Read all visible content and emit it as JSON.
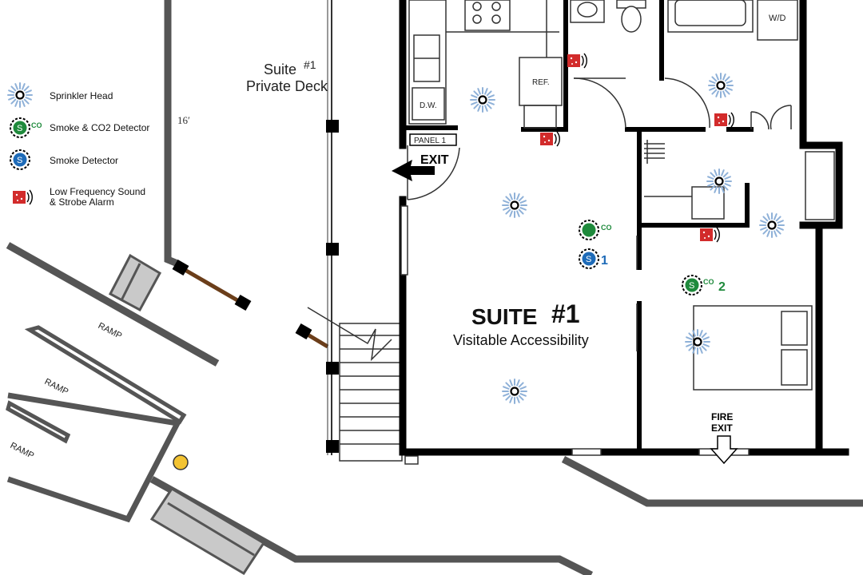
{
  "legend": {
    "items": [
      {
        "icon": "sprinkler-head-icon",
        "label": "Sprinkler Head"
      },
      {
        "icon": "smoke-co2-detector-icon",
        "label": "Smoke & CO2 Detector"
      },
      {
        "icon": "smoke-detector-icon",
        "label": "Smoke Detector"
      },
      {
        "icon": "sound-strobe-alarm-icon",
        "label_line1": "Low Frequency Sound",
        "label_line2": "& Strobe Alarm"
      }
    ]
  },
  "deck": {
    "line1": "Suite",
    "number": "#1",
    "line2": "Private Deck",
    "dim_label": "16′"
  },
  "ramps": [
    "RAMP",
    "RAMP",
    "RAMP"
  ],
  "kitchen": {
    "ref": "REF.",
    "dw": "D.W.",
    "panel": "PANEL 1",
    "wd": "W/D"
  },
  "exit": {
    "label": "EXIT"
  },
  "fire_exit": {
    "line1": "FIRE",
    "line2": "EXIT"
  },
  "suite": {
    "title_word": "SUITE",
    "title_num": "#1",
    "subtitle": "Visitable Accessibility"
  },
  "detectors": {
    "co_sup": "CO",
    "s_letter": "S",
    "smoke_1_num": "1",
    "co_2_num": "2"
  },
  "colors": {
    "wall": "#000000",
    "ramp": "#555555",
    "smoke_detector": "#1e6bb8",
    "co_detector": "#1f8a3c",
    "alarm": "#d22b2b",
    "sprinkler": "#8fb1d8",
    "light": "#f3c332"
  }
}
